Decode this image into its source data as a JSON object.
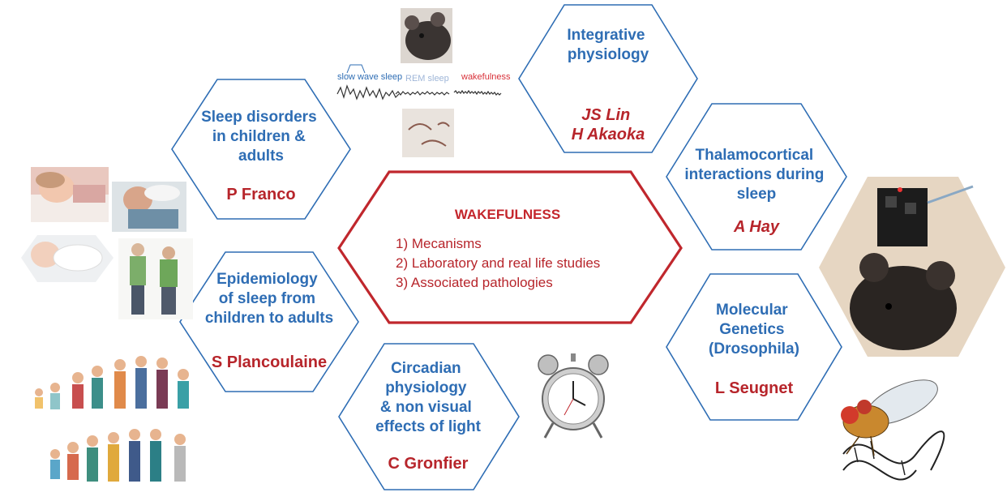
{
  "center": {
    "title": "WAKEFULNESS",
    "items": [
      "1) Mecanisms",
      "2) Laboratory and real life studies",
      "3) Associated pathologies"
    ]
  },
  "topics": [
    {
      "title": [
        "Sleep disorders",
        "in children &",
        "adults"
      ],
      "people": [
        "P Franco"
      ]
    },
    {
      "title": [
        "Epidemiology",
        "of sleep from",
        "children to adults"
      ],
      "people": [
        "S Plancoulaine"
      ]
    },
    {
      "title": [
        "Circadian",
        "physiology",
        "& non visual",
        "effects of light"
      ],
      "people": [
        "C Gronfier"
      ]
    },
    {
      "title": [
        "Integrative",
        "physiology"
      ],
      "people": [
        "JS Lin",
        "H Akaoka"
      ]
    },
    {
      "title": [
        "Thalamocortical",
        "interactions during",
        "sleep"
      ],
      "people": [
        "A Hay"
      ]
    },
    {
      "title": [
        "Molecular",
        "Genetics",
        "(Drosophila)"
      ],
      "people": [
        "L Seugnet"
      ]
    }
  ],
  "eeg_labels": [
    "slow wave sleep",
    "REM sleep",
    "wakefulness"
  ],
  "colors": {
    "hex_border": "#2e6db4",
    "topic_text": "#2e6db4",
    "person_text": "#b7252b",
    "center_border": "#c0272d"
  },
  "illustrations": [
    "sleeping-child-photo",
    "sleeping-man-photo",
    "sleeping-baby-photo",
    "elderly-couple-photo",
    "family-ages-cartoon",
    "mouse-photo",
    "eeg-traces",
    "mouse-sleeping-photo",
    "alarm-clock",
    "mouse-headstage-photo",
    "drosophila-dna-drawing"
  ]
}
